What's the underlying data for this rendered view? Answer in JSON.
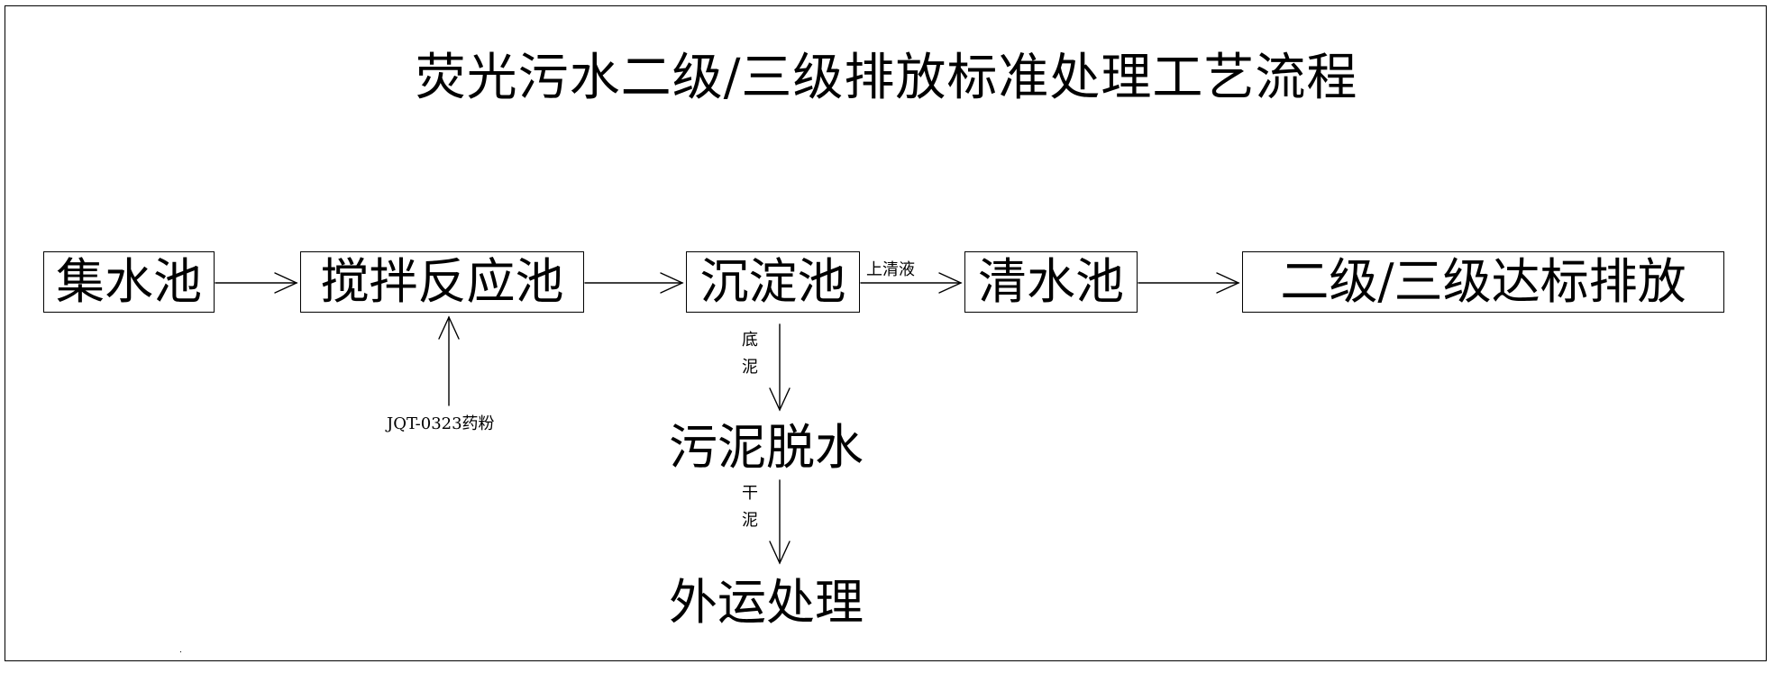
{
  "title": "荧光污水二级/三级排放标准处理工艺流程",
  "nodes": {
    "collection_tank": "集水池",
    "mixing_reaction_tank": "搅拌反应池",
    "sedimentation_tank": "沉淀池",
    "clear_water_tank": "清水池",
    "discharge": "二级/三级达标排放",
    "sludge_dewatering": "污泥脱水",
    "external_disposal": "外运处理"
  },
  "labels": {
    "supernatant": "上清液",
    "bottom_sludge": [
      "底",
      "泥"
    ],
    "dry_sludge": [
      "干",
      "泥"
    ],
    "reagent": "JQT-0323药粉"
  }
}
